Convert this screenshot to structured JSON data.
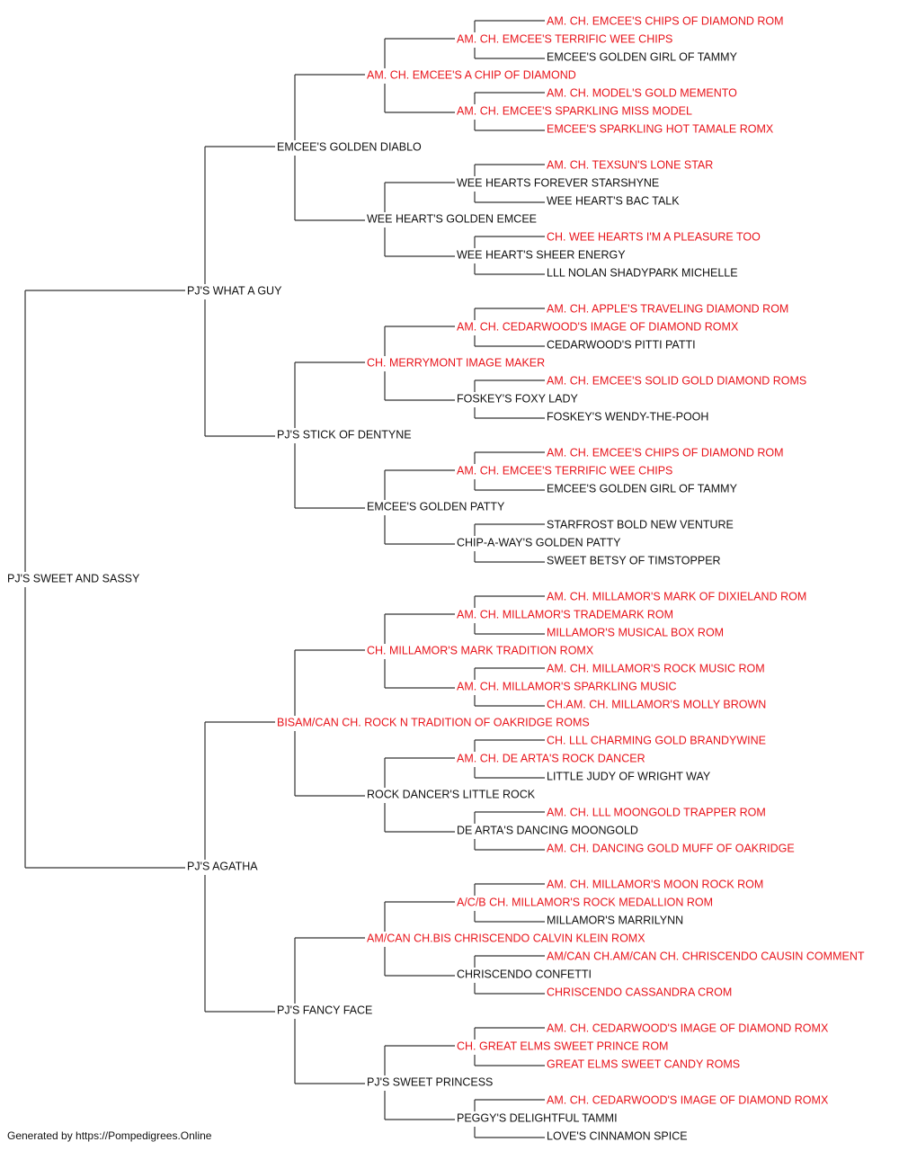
{
  "colors": {
    "champion": "#e8141b",
    "normal": "#111111",
    "line": "#333333"
  },
  "pedigree": [
    {
      "gen": 0,
      "name": "PJ'S SWEET AND SASSY",
      "champion": false
    },
    {
      "gen": 1,
      "name": "PJ'S WHAT A GUY",
      "champion": false
    },
    {
      "gen": 2,
      "name": "EMCEE'S GOLDEN DIABLO",
      "champion": false
    },
    {
      "gen": 3,
      "name": "AM. CH. EMCEE'S A CHIP OF DIAMOND",
      "champion": true
    },
    {
      "gen": 4,
      "name": "AM. CH. EMCEE'S TERRIFIC WEE CHIPS",
      "champion": true
    },
    {
      "gen": 5,
      "name": "AM. CH. EMCEE'S CHIPS OF DIAMOND ROM",
      "champion": true
    },
    {
      "gen": 5,
      "name": "EMCEE'S GOLDEN GIRL OF TAMMY",
      "champion": false
    },
    {
      "gen": 4,
      "name": "AM. CH. EMCEE'S SPARKLING MISS MODEL",
      "champion": true
    },
    {
      "gen": 5,
      "name": "AM. CH. MODEL'S GOLD MEMENTO",
      "champion": true
    },
    {
      "gen": 5,
      "name": "EMCEE'S SPARKLING HOT TAMALE ROMX",
      "champion": true
    },
    {
      "gen": 3,
      "name": "WEE HEART'S GOLDEN EMCEE",
      "champion": false
    },
    {
      "gen": 4,
      "name": "WEE HEARTS FOREVER STARSHYNE",
      "champion": false
    },
    {
      "gen": 5,
      "name": "AM. CH. TEXSUN'S LONE STAR",
      "champion": true
    },
    {
      "gen": 5,
      "name": "WEE HEART'S BAC TALK",
      "champion": false
    },
    {
      "gen": 4,
      "name": "WEE HEART'S SHEER ENERGY",
      "champion": false
    },
    {
      "gen": 5,
      "name": "CH. WEE HEARTS I'M A PLEASURE TOO",
      "champion": true
    },
    {
      "gen": 5,
      "name": "LLL NOLAN SHADYPARK MICHELLE",
      "champion": false
    },
    {
      "gen": 2,
      "name": "PJ'S STICK OF DENTYNE",
      "champion": false
    },
    {
      "gen": 3,
      "name": "CH. MERRYMONT IMAGE MAKER",
      "champion": true
    },
    {
      "gen": 4,
      "name": "AM. CH. CEDARWOOD'S IMAGE OF DIAMOND ROMX",
      "champion": true
    },
    {
      "gen": 5,
      "name": "AM. CH. APPLE'S TRAVELING DIAMOND ROM",
      "champion": true
    },
    {
      "gen": 5,
      "name": "CEDARWOOD'S PITTI PATTI",
      "champion": false
    },
    {
      "gen": 4,
      "name": "FOSKEY'S FOXY LADY",
      "champion": false
    },
    {
      "gen": 5,
      "name": "AM. CH. EMCEE'S SOLID GOLD DIAMOND ROMS",
      "champion": true
    },
    {
      "gen": 5,
      "name": "FOSKEY'S WENDY-THE-POOH",
      "champion": false
    },
    {
      "gen": 3,
      "name": "EMCEE'S GOLDEN PATTY",
      "champion": false
    },
    {
      "gen": 4,
      "name": "AM. CH. EMCEE'S TERRIFIC WEE CHIPS",
      "champion": true
    },
    {
      "gen": 5,
      "name": "AM. CH. EMCEE'S CHIPS OF DIAMOND ROM",
      "champion": true
    },
    {
      "gen": 5,
      "name": "EMCEE'S GOLDEN GIRL OF TAMMY",
      "champion": false
    },
    {
      "gen": 4,
      "name": "CHIP-A-WAY'S GOLDEN PATTY",
      "champion": false
    },
    {
      "gen": 5,
      "name": "STARFROST BOLD NEW VENTURE",
      "champion": false
    },
    {
      "gen": 5,
      "name": "SWEET BETSY OF TIMSTOPPER",
      "champion": false
    },
    {
      "gen": 1,
      "name": "PJ'S AGATHA",
      "champion": false
    },
    {
      "gen": 2,
      "name": "BISAM/CAN CH. ROCK N TRADITION OF OAKRIDGE ROMS",
      "champion": true
    },
    {
      "gen": 3,
      "name": "CH. MILLAMOR'S MARK TRADITION ROMX",
      "champion": true
    },
    {
      "gen": 4,
      "name": "AM. CH. MILLAMOR'S TRADEMARK ROM",
      "champion": true
    },
    {
      "gen": 5,
      "name": "AM. CH. MILLAMOR'S MARK OF DIXIELAND ROM",
      "champion": true
    },
    {
      "gen": 5,
      "name": "MILLAMOR'S MUSICAL BOX ROM",
      "champion": true
    },
    {
      "gen": 4,
      "name": "AM. CH. MILLAMOR'S SPARKLING MUSIC",
      "champion": true
    },
    {
      "gen": 5,
      "name": "AM. CH. MILLAMOR'S ROCK MUSIC ROM",
      "champion": true
    },
    {
      "gen": 5,
      "name": "CH.AM. CH. MILLAMOR'S MOLLY BROWN",
      "champion": true
    },
    {
      "gen": 3,
      "name": "ROCK DANCER'S LITTLE ROCK",
      "champion": false
    },
    {
      "gen": 4,
      "name": "AM. CH. DE ARTA'S ROCK DANCER",
      "champion": true
    },
    {
      "gen": 5,
      "name": "CH. LLL CHARMING GOLD BRANDYWINE",
      "champion": true
    },
    {
      "gen": 5,
      "name": "LITTLE JUDY OF WRIGHT WAY",
      "champion": false
    },
    {
      "gen": 4,
      "name": "DE ARTA'S DANCING MOONGOLD",
      "champion": false
    },
    {
      "gen": 5,
      "name": "AM. CH. LLL MOONGOLD TRAPPER ROM",
      "champion": true
    },
    {
      "gen": 5,
      "name": "AM. CH. DANCING GOLD MUFF OF OAKRIDGE",
      "champion": true
    },
    {
      "gen": 2,
      "name": "PJ'S FANCY FACE",
      "champion": false
    },
    {
      "gen": 3,
      "name": "AM/CAN CH.BIS CHRISCENDO CALVIN KLEIN ROMX",
      "champion": true
    },
    {
      "gen": 4,
      "name": "A/C/B CH. MILLAMOR'S ROCK MEDALLION ROM",
      "champion": true
    },
    {
      "gen": 5,
      "name": "AM. CH. MILLAMOR'S MOON ROCK ROM",
      "champion": true
    },
    {
      "gen": 5,
      "name": "MILLAMOR'S MARRILYNN",
      "champion": false
    },
    {
      "gen": 4,
      "name": "CHRISCENDO CONFETTI",
      "champion": false
    },
    {
      "gen": 5,
      "name": "AM/CAN CH.AM/CAN CH. CHRISCENDO CAUSIN COMMENT",
      "champion": true
    },
    {
      "gen": 5,
      "name": "CHRISCENDO CASSANDRA CROM",
      "champion": true
    },
    {
      "gen": 3,
      "name": "PJ'S SWEET PRINCESS",
      "champion": false
    },
    {
      "gen": 4,
      "name": "CH. GREAT ELMS SWEET PRINCE ROM",
      "champion": true
    },
    {
      "gen": 5,
      "name": "AM. CH. CEDARWOOD'S IMAGE OF DIAMOND ROMX",
      "champion": true
    },
    {
      "gen": 5,
      "name": "GREAT ELMS SWEET CANDY ROMS",
      "champion": true
    },
    {
      "gen": 4,
      "name": "PEGGY'S DELIGHTFUL TAMMI",
      "champion": false
    },
    {
      "gen": 5,
      "name": "AM. CH. CEDARWOOD'S IMAGE OF DIAMOND ROMX",
      "champion": true
    },
    {
      "gen": 5,
      "name": "LOVE'S CINNAMON SPICE",
      "champion": false
    }
  ],
  "footer": "Generated by https://Pompedigrees.Online"
}
